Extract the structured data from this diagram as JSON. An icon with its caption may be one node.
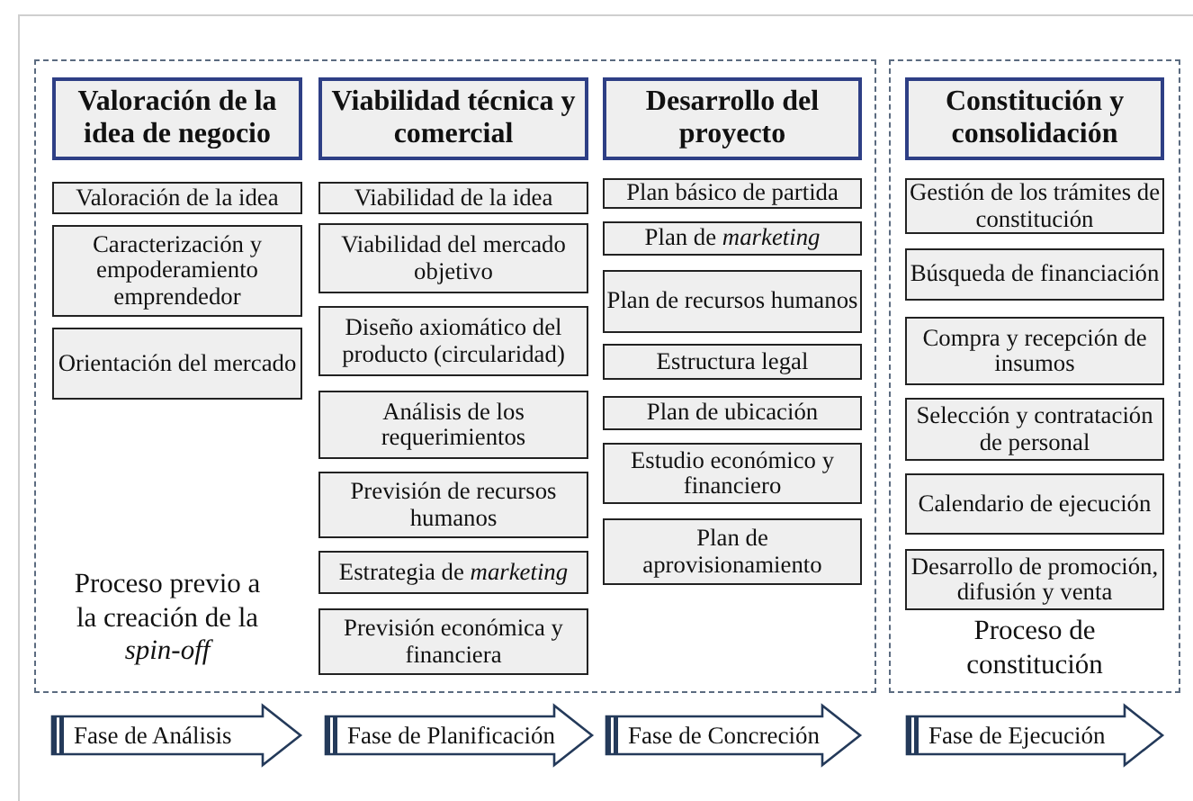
{
  "diagram": {
    "nodes": [
      {
        "text": [
          "Proceso previo a la creación de la *spin-off*"
        ]
      },
      {
        "text": [
          "Valoración de la idea de negocio"
        ],
        "in": 0
      },
      {
        "text": [
          "Valoración de la idea"
        ],
        "in": 0
      },
      {
        "text": [
          "Caracterización y empoderamiento emprendedor"
        ],
        "in": 0
      },
      {
        "text": [
          "Orientación del mercado"
        ],
        "in": 0
      },
      {
        "text": [
          "Viabilidad técnica y comercial"
        ],
        "in": 0
      },
      {
        "text": [
          "Viabilidad de la idea"
        ],
        "in": 0
      },
      {
        "text": [
          "Viabilidad del mercado objetivo"
        ],
        "in": 0
      },
      {
        "text": [
          "Diseño axiomático del producto (circularidad)"
        ],
        "in": 0
      },
      {
        "text": [
          "Análisis de los requerimientos"
        ],
        "in": 0
      },
      {
        "text": [
          "Previsión de recursos humanos"
        ],
        "in": 0
      },
      {
        "text": [
          "Estrategia de *marketing*"
        ],
        "in": 0
      },
      {
        "text": [
          "Previsión económica y financiera"
        ],
        "in": 0
      },
      {
        "text": [
          "Desarrollo del proyecto"
        ],
        "in": 0
      },
      {
        "text": [
          "Plan básico de partida"
        ],
        "in": 0
      },
      {
        "text": [
          "Plan de *marketing*"
        ],
        "in": 0
      },
      {
        "text": [
          "Plan de recursos humanos"
        ],
        "in": 0
      },
      {
        "text": [
          "Estructura legal"
        ],
        "in": 0
      },
      {
        "text": [
          "Plan de ubicación"
        ],
        "in": 0
      },
      {
        "text": [
          "Estudio económico y financiero"
        ],
        "in": 0
      },
      {
        "text": [
          "Plan de aprovisionamiento"
        ],
        "in": 0
      },
      {
        "text": [
          "Proceso de constitución"
        ]
      },
      {
        "text": [
          "Constitución y consolidación"
        ],
        "in": 21
      },
      {
        "text": [
          "Gestión de los trámites de constitución"
        ],
        "in": 21
      },
      {
        "text": [
          "Búsqueda de financiación"
        ],
        "in": 21
      },
      {
        "text": [
          "Compra y recepción de insumos"
        ],
        "in": 21
      },
      {
        "text": [
          "Selección y contratación de personal"
        ],
        "in": 21
      },
      {
        "text": [
          "Calendario de ejecución"
        ],
        "in": 21
      },
      {
        "text": [
          "Desarrollo de promoción, difusión y venta"
        ],
        "in": 21
      },
      {
        "text": [
          "Fase de Análisis"
        ]
      },
      {
        "text": [
          "Fase de Planificación"
        ]
      },
      {
        "text": [
          "Fase de Concreción"
        ]
      },
      {
        "text": [
          "Fase de Ejecución"
        ]
      }
    ],
    "edges": []
  }
}
